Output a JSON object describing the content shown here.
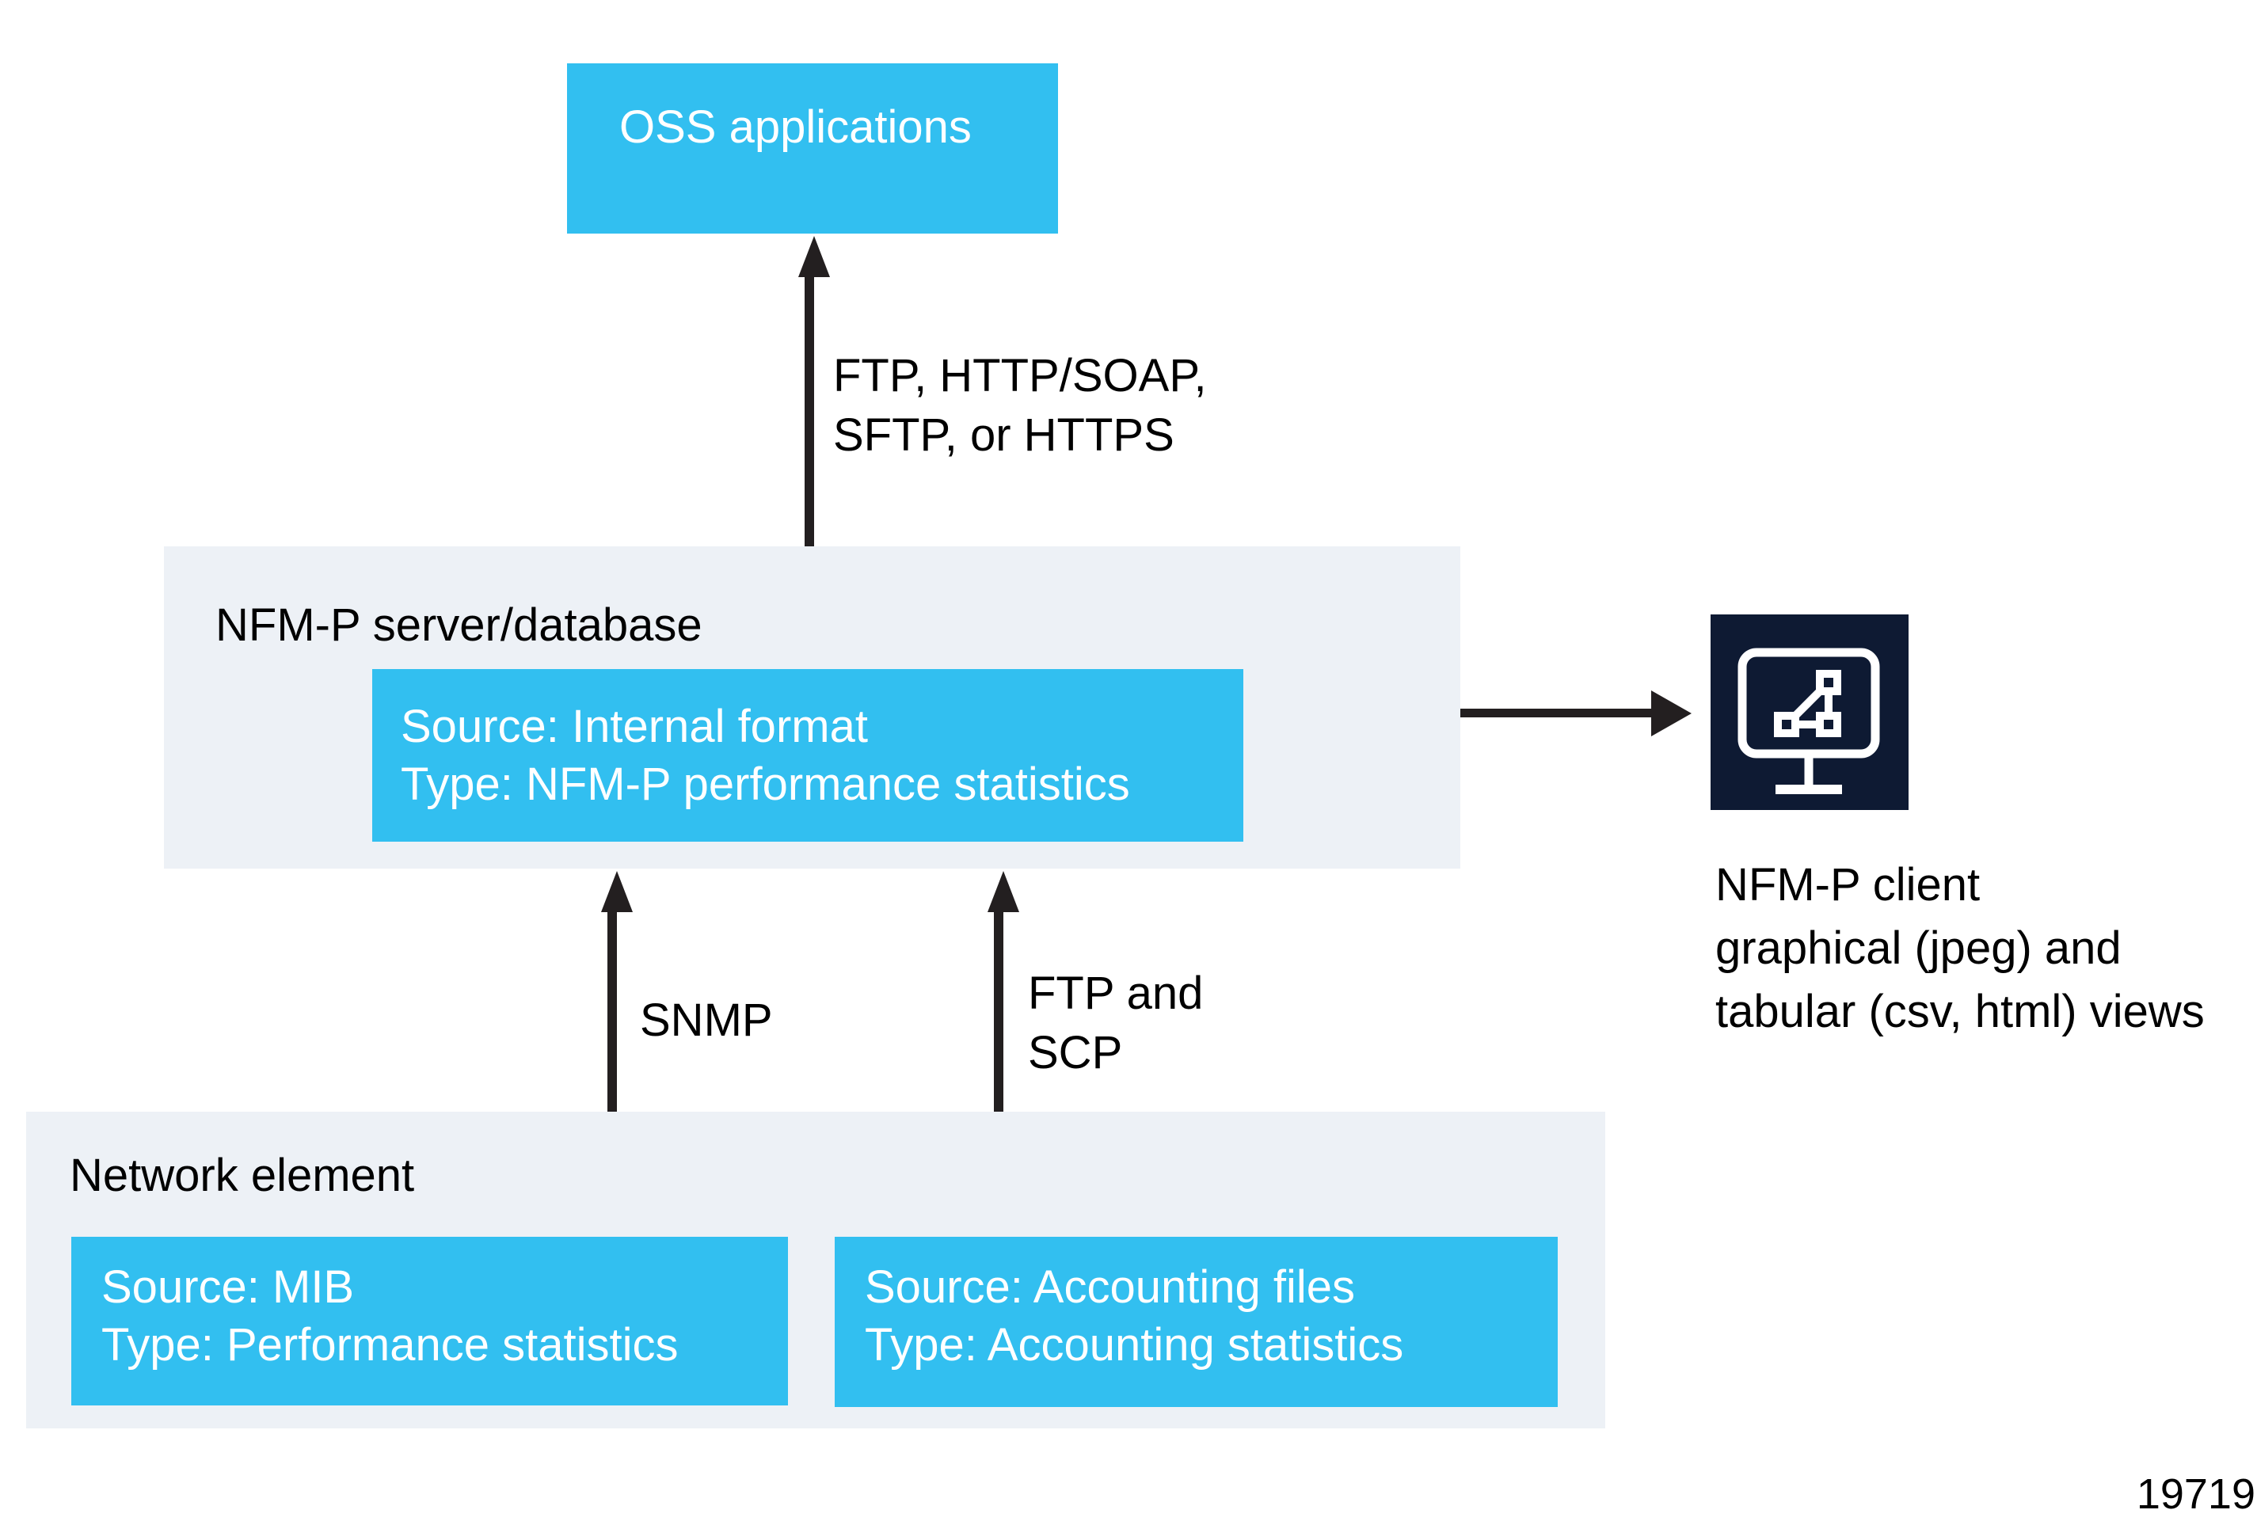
{
  "figure_number": "19719",
  "colors": {
    "box_cyan": "#32BFF0",
    "panel_gray": "#EDF1F6",
    "icon_navy": "#0E1A33",
    "arrow_black": "#231F20",
    "text_white": "#FFFFFF",
    "text_black": "#000000"
  },
  "nodes": {
    "oss": {
      "label": "OSS applications"
    },
    "server": {
      "title": "NFM-P server/database",
      "stat_box": {
        "line1": "Source: Internal format",
        "line2": "Type: NFM-P performance statistics"
      }
    },
    "network": {
      "title": "Network element",
      "mib_box": {
        "line1": "Source: MIB",
        "line2": "Type: Performance statistics"
      },
      "accounting_box": {
        "line1": "Source: Accounting files",
        "line2": "Type: Accounting statistics"
      }
    },
    "client": {
      "icon": "monitor-topology-icon",
      "caption_line1": "NFM-P client",
      "caption_line2": "graphical (jpeg) and",
      "caption_line3": "tabular (csv, html) views"
    }
  },
  "arrows": {
    "to_oss": {
      "direction": "up",
      "label_line1": "FTP, HTTP/SOAP,",
      "label_line2": "SFTP, or HTTPS"
    },
    "snmp": {
      "direction": "up",
      "label": "SNMP"
    },
    "ftp_scp": {
      "direction": "up",
      "label_line1": "FTP and",
      "label_line2": "SCP"
    },
    "to_client": {
      "direction": "right",
      "label": ""
    }
  }
}
